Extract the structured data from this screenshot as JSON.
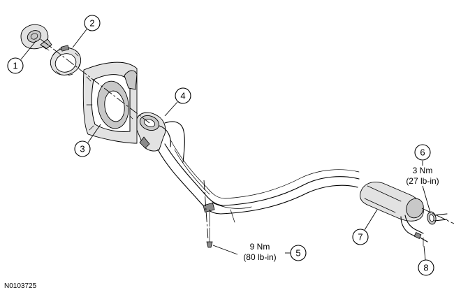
{
  "figure_id": "N0103725",
  "callouts": [
    {
      "number": "1"
    },
    {
      "number": "2"
    },
    {
      "number": "3"
    },
    {
      "number": "4"
    },
    {
      "number": "5",
      "torque_nm": "9 Nm",
      "torque_lbin": "(80 lb-in)"
    },
    {
      "number": "6",
      "torque_nm": "3 Nm",
      "torque_lbin": "(27 lb-in)"
    },
    {
      "number": "7"
    },
    {
      "number": "8"
    }
  ]
}
